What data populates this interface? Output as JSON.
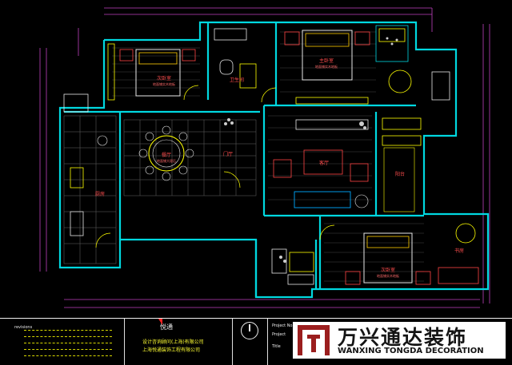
{
  "plan": {
    "rooms": {
      "master_bedroom": "主卧室",
      "bedroom_nw": "次卧室",
      "bedroom_se": "次卧室",
      "study": "书房",
      "dining": "餐厅",
      "living": "客厅",
      "kitchen": "厨房",
      "bath": "卫生间",
      "balcony": "阳台",
      "entry": "门厅"
    },
    "room_subs": {
      "master_bedroom": "地面铺实木地板",
      "bedroom_nw": "地面铺实木地板",
      "bedroom_se": "地面铺实木地板",
      "dining": "地面铺大理石"
    }
  },
  "title_block": {
    "revisions_label": "revisions",
    "brand": "悦通",
    "company_1": "设计咨询顾问(上海)有限公司",
    "company_2": "上海悦通装饰工程有限公司",
    "project_no_label": "Project No.",
    "project_label": "Project",
    "title_label": "Title"
  },
  "watermark": {
    "cn": "万兴通达装饰",
    "en": "WANXING TONGDA DECORATION"
  }
}
